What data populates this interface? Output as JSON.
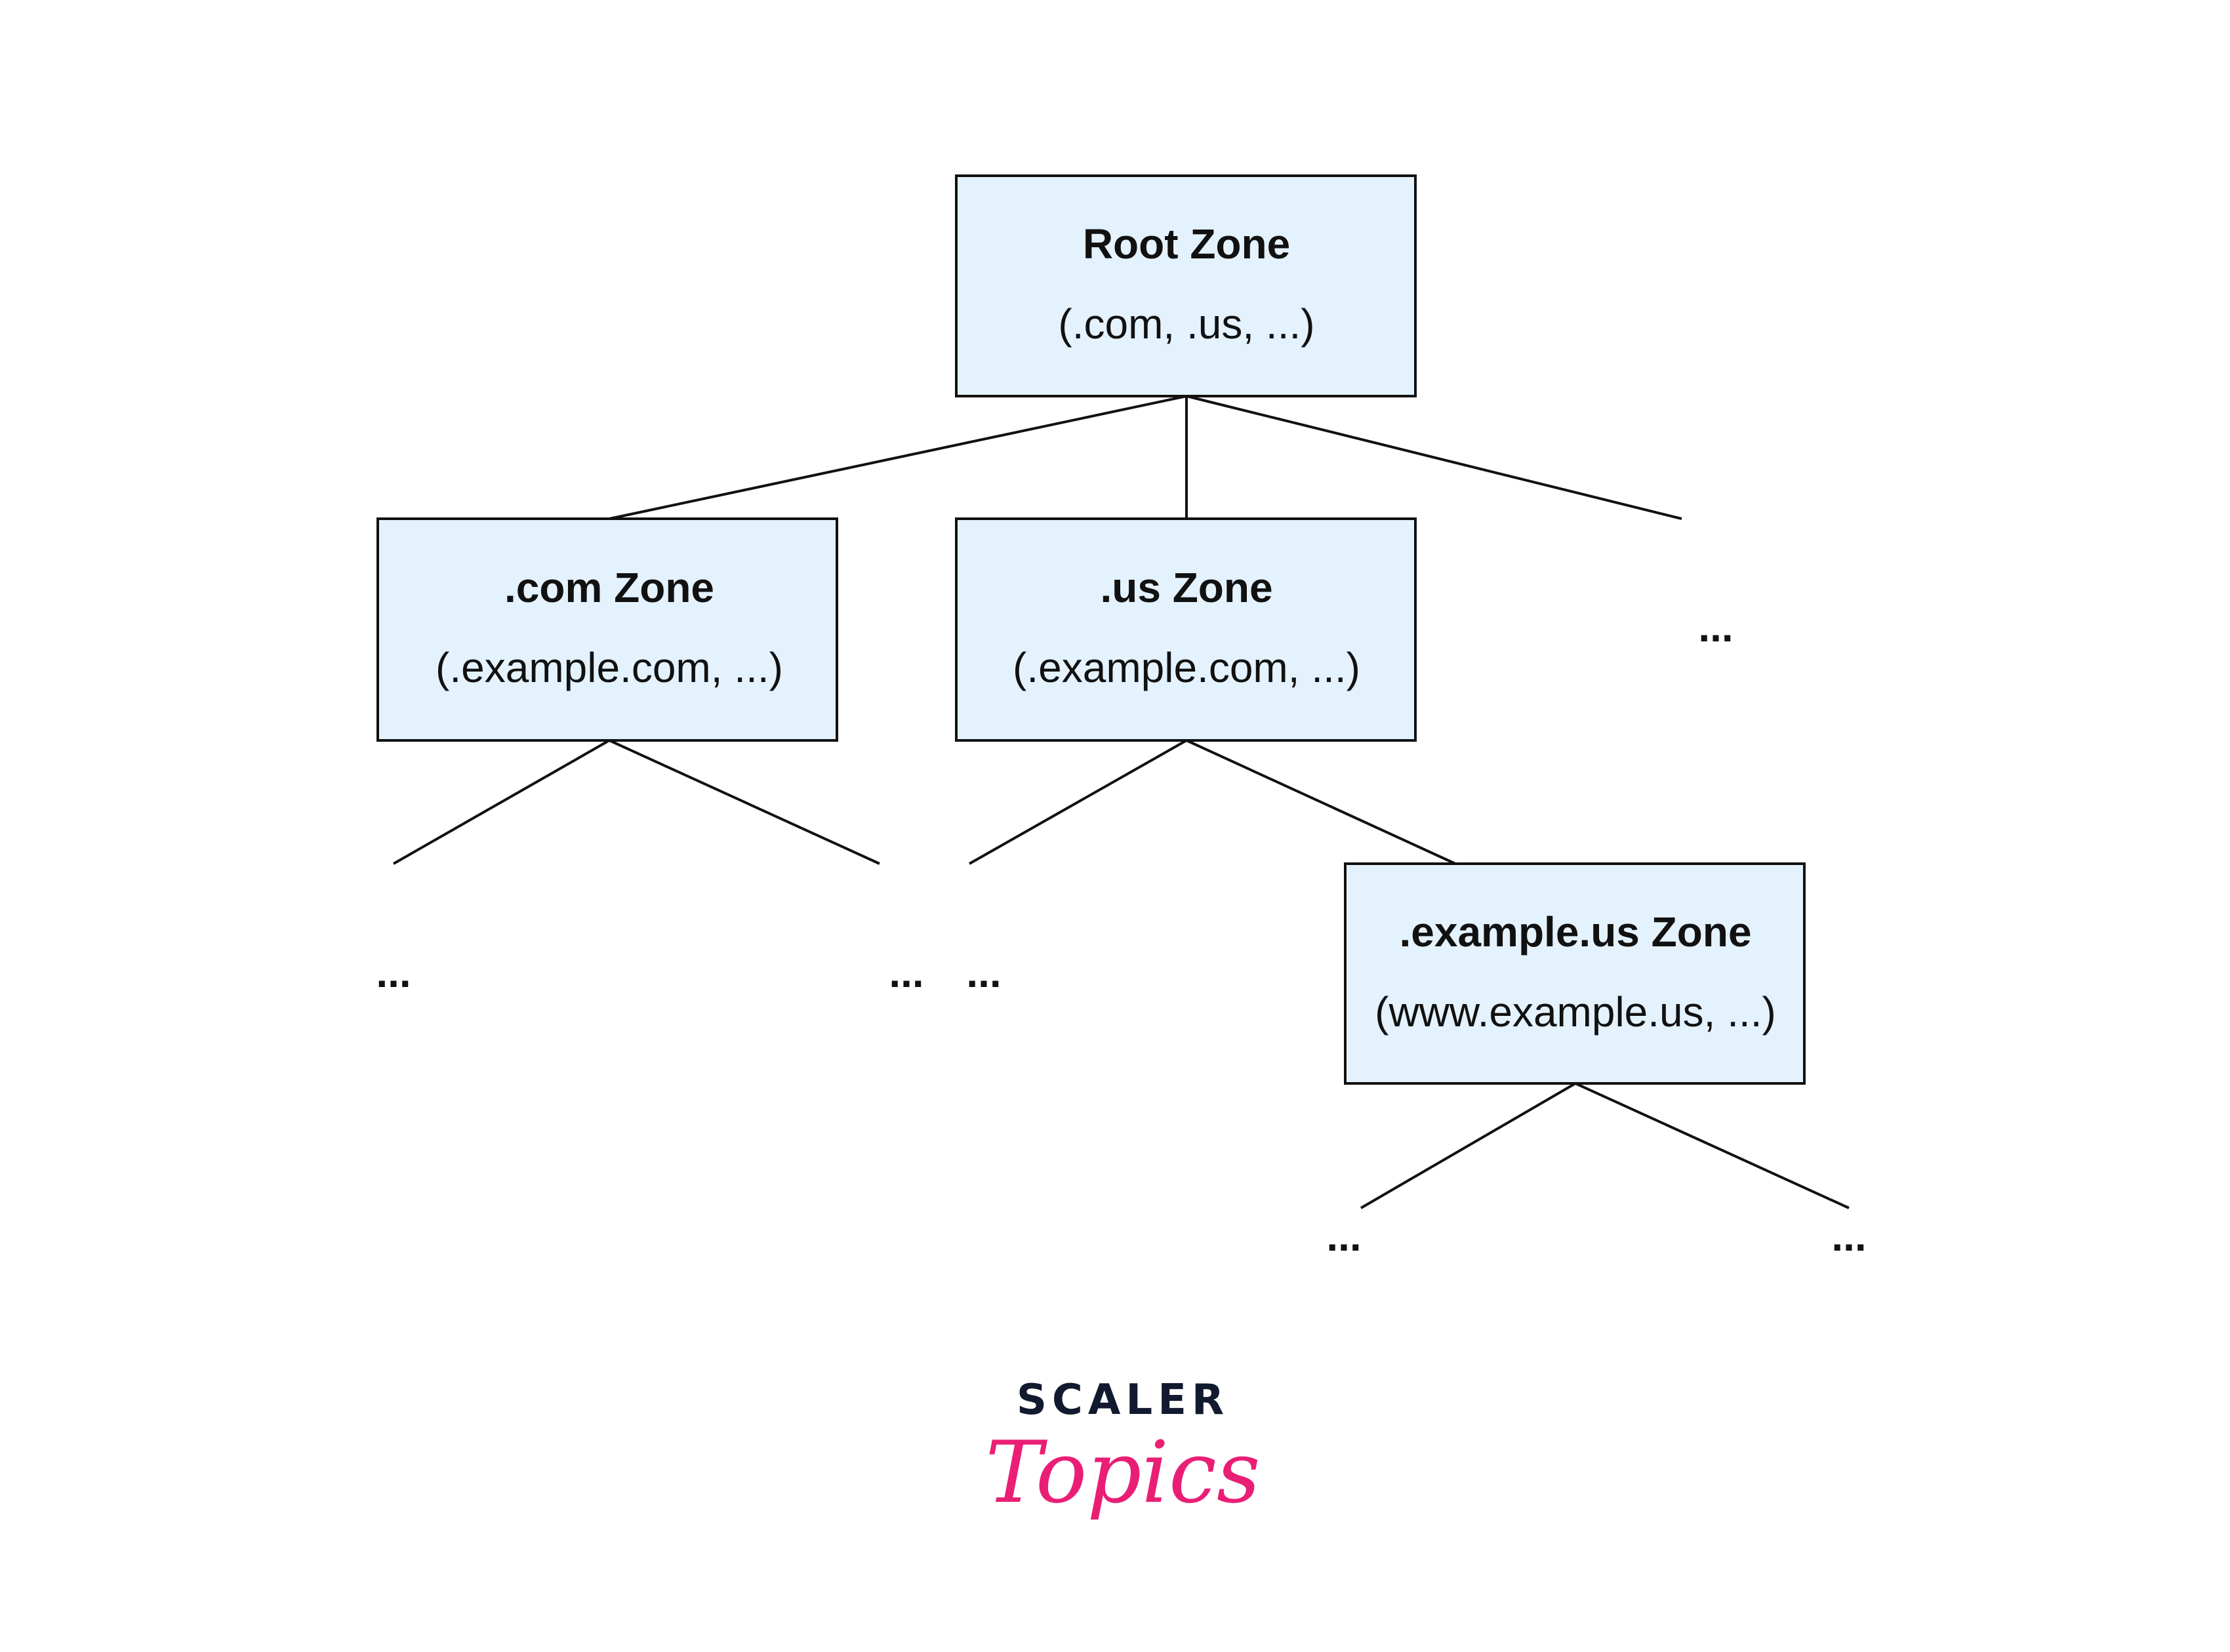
{
  "nodes": {
    "root": {
      "title": "Root Zone",
      "subtitle": "(.com, .us, ...)"
    },
    "com": {
      "title": ".com Zone",
      "subtitle": "(.example.com, ...)"
    },
    "us": {
      "title": ".us Zone",
      "subtitle": "(.example.com, ...)"
    },
    "example_us": {
      "title": ".example.us Zone",
      "subtitle": "(www.example.us, ...)"
    }
  },
  "ellipsis": "...",
  "logo": {
    "line1": "SCALER",
    "line2": "Topics"
  },
  "colors": {
    "box_fill": "#e4f2fd",
    "logo_dark": "#111a2e",
    "logo_pink": "#e91e74"
  }
}
